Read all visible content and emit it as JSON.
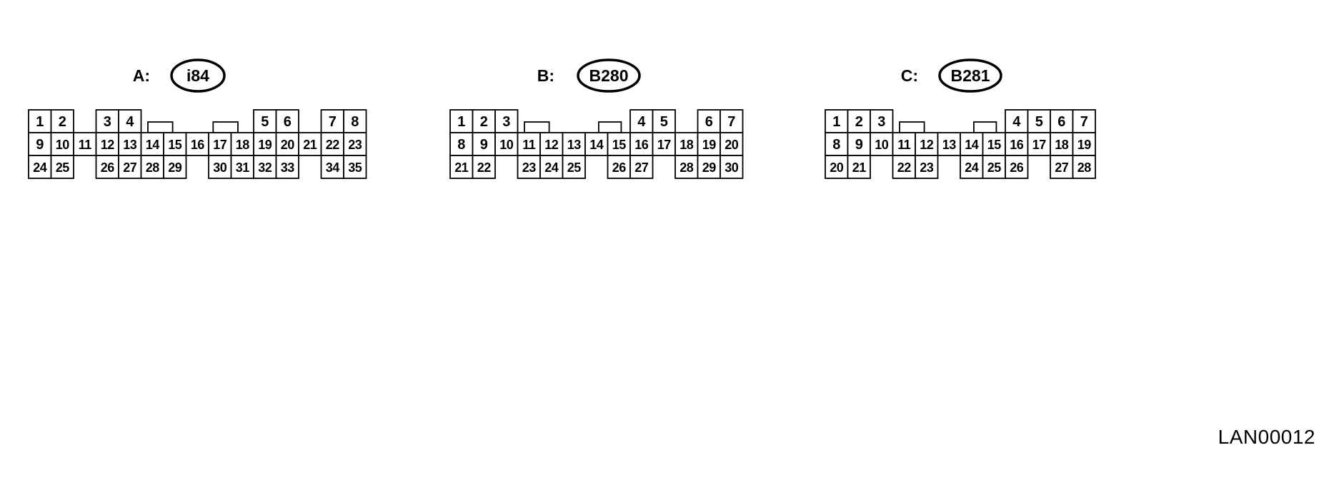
{
  "connectors": [
    {
      "id": "A",
      "label": "A:",
      "code": "i84",
      "rows": [
        [
          "1",
          "2",
          "",
          "3",
          "4",
          "",
          "",
          "",
          "",
          "",
          "5",
          "6",
          "",
          "7",
          "8"
        ],
        [
          "9",
          "10",
          "11",
          "12",
          "13",
          "14",
          "15",
          "16",
          "17",
          "18",
          "19",
          "20",
          "21",
          "22",
          "23"
        ],
        [
          "24",
          "25",
          "",
          "26",
          "27",
          "28",
          "29",
          "",
          "30",
          "31",
          "32",
          "33",
          "",
          "34",
          "35"
        ]
      ]
    },
    {
      "id": "B",
      "label": "B:",
      "code": "B280",
      "rows": [
        [
          "1",
          "2",
          "3",
          "",
          "",
          "",
          "",
          "",
          "4",
          "5",
          "",
          "6",
          "7"
        ],
        [
          "8",
          "9",
          "10",
          "11",
          "12",
          "13",
          "14",
          "15",
          "16",
          "17",
          "18",
          "19",
          "20"
        ],
        [
          "21",
          "22",
          "",
          "23",
          "24",
          "25",
          "",
          "26",
          "27",
          "",
          "28",
          "29",
          "30"
        ]
      ]
    },
    {
      "id": "C",
      "label": "C:",
      "code": "B281",
      "rows": [
        [
          "1",
          "2",
          "3",
          "",
          "",
          "",
          "",
          "",
          "4",
          "5",
          "6",
          "7"
        ],
        [
          "8",
          "9",
          "10",
          "11",
          "12",
          "13",
          "14",
          "15",
          "16",
          "17",
          "18",
          "19"
        ],
        [
          "20",
          "21",
          "",
          "22",
          "23",
          "",
          "24",
          "25",
          "26",
          "",
          "27",
          "28"
        ]
      ]
    }
  ],
  "footer_code": "LAN00012"
}
